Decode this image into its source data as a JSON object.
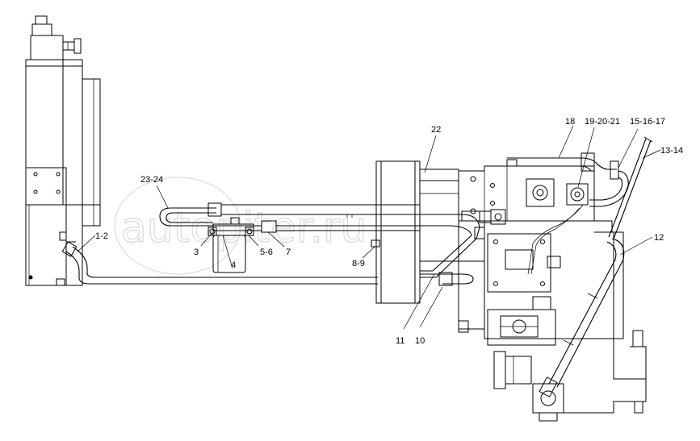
{
  "watermark": "autopiter.ru",
  "callouts": [
    {
      "id": "c-1-2",
      "text": "1-2"
    },
    {
      "id": "c-3",
      "text": "3"
    },
    {
      "id": "c-4",
      "text": "4"
    },
    {
      "id": "c-5-6",
      "text": "5-6"
    },
    {
      "id": "c-7",
      "text": "7"
    },
    {
      "id": "c-8-9",
      "text": "8-9"
    },
    {
      "id": "c-10",
      "text": "10"
    },
    {
      "id": "c-11",
      "text": "11"
    },
    {
      "id": "c-12",
      "text": "12"
    },
    {
      "id": "c-13-14",
      "text": "13-14"
    },
    {
      "id": "c-15-16-17",
      "text": "15-16-17"
    },
    {
      "id": "c-18",
      "text": "18"
    },
    {
      "id": "c-19-20-21",
      "text": "19-20-21"
    },
    {
      "id": "c-22",
      "text": "22"
    },
    {
      "id": "c-23-24",
      "text": "23-24"
    }
  ]
}
